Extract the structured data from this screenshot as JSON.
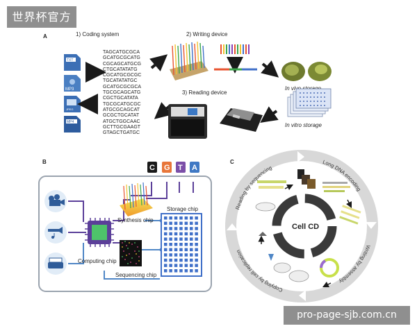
{
  "watermark": {
    "top_left": "世界杯官方",
    "bottom_right": "pro-page-sjb.com.cn"
  },
  "panel_a": {
    "letter": "A",
    "coding_system": "1) Coding system",
    "writing_device": "2) Writing device",
    "reading_device": "3) Reading device",
    "in_vivo": "In vivo storage",
    "in_vitro": "In vitro storage",
    "file_icons": [
      "TXT",
      "MP3",
      "JPEG",
      "MP4"
    ],
    "sequences": [
      "TAGCATGCGCA",
      "GCATGCGCATG",
      "CGCAGCATGCG",
      "CTGCATATATG",
      "CGCATGCGCGC",
      "TGCATATATGC",
      "GCATGCGCGCA",
      "TGCGCAGCATG",
      "CGCTGCATATA",
      "TGCGCATGCGC",
      "ATGCGCAGCAT",
      "GCGCTGCATAT",
      "ATGCTGGCAAC",
      "GCTTGCGAAGT",
      "GTAGCTGATGC"
    ]
  },
  "panel_b": {
    "letter": "B",
    "bases": [
      "C",
      "G",
      "T",
      "A"
    ],
    "synthesis_chip": "Synthesis chip",
    "storage_chip": "Storage chip",
    "computing_chip": "Computing chip",
    "sequencing_chip": "Sequencing chip"
  },
  "panel_c": {
    "letter": "C",
    "center": "Cell CD",
    "arc_top_left": "Reading by sequencing",
    "arc_top_right": "Long DNA encoding",
    "arc_bottom_right": "Writing by assembly",
    "arc_bottom_left": "Copying by cell replication"
  },
  "colors": {
    "purple": "#5b3f99",
    "blue": "#4f86c6",
    "arrow": "#1a1a1a",
    "ring_dark": "#3a3a3a",
    "ring_light": "#d8d8d8"
  }
}
